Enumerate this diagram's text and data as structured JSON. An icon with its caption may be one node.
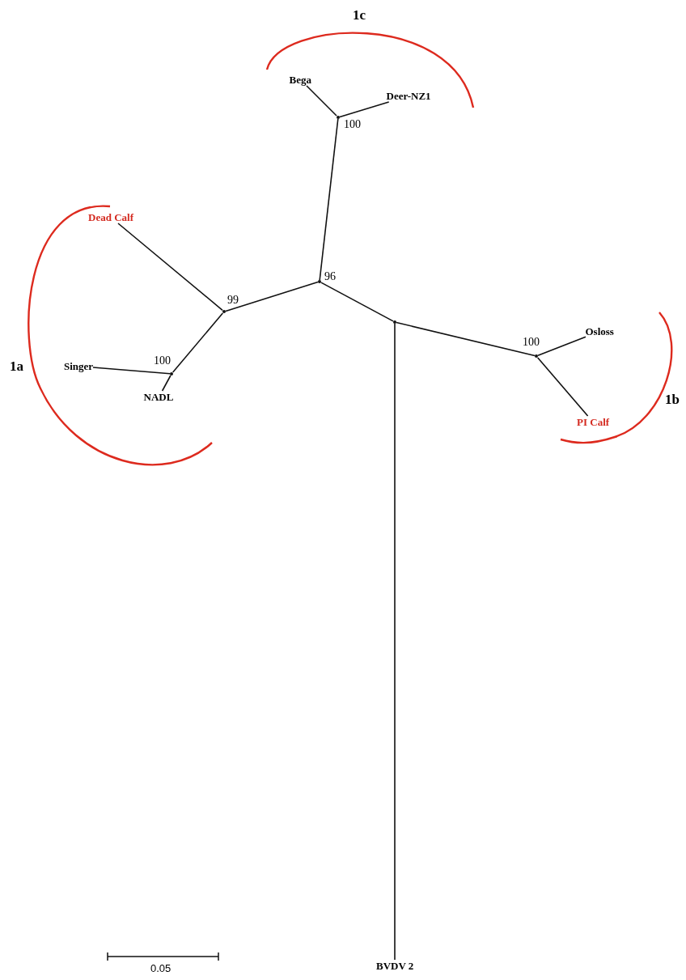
{
  "diagram": {
    "nodes": [
      {
        "text": [
          "Bega"
        ]
      },
      {
        "text": [
          "Deer-NZ1"
        ]
      },
      {
        "text": [],
        "shape": "point",
        "beside": [
          "100"
        ]
      },
      {
        "text": [
          "Dead Calf"
        ]
      },
      {
        "text": [],
        "shape": "point",
        "beside": [
          "96"
        ]
      },
      {
        "text": [],
        "shape": "point",
        "beside": [
          "99"
        ]
      },
      {
        "text": [],
        "shape": "point"
      },
      {
        "text": [
          "Osloss"
        ]
      },
      {
        "text": [],
        "shape": "point",
        "beside": [
          "100"
        ]
      },
      {
        "text": [
          "Singer"
        ]
      },
      {
        "text": [],
        "shape": "point",
        "beside": [
          "100"
        ]
      },
      {
        "text": [
          "NADL"
        ]
      },
      {
        "text": [
          "PI Calf"
        ]
      },
      {
        "text": [
          "BVDV 2"
        ]
      }
    ],
    "edges": [
      {
        "from": 2,
        "to": 0,
        "arrow": "none"
      },
      {
        "from": 2,
        "to": 1,
        "arrow": "none"
      },
      {
        "from": 4,
        "to": 2,
        "arrow": "none"
      },
      {
        "from": 5,
        "to": 3,
        "arrow": "none"
      },
      {
        "from": 4,
        "to": 5,
        "arrow": "none"
      },
      {
        "from": 5,
        "to": 10,
        "arrow": "none"
      },
      {
        "from": 10,
        "to": 9,
        "arrow": "none"
      },
      {
        "from": 10,
        "to": 11,
        "arrow": "none"
      },
      {
        "from": 4,
        "to": 6,
        "arrow": "none"
      },
      {
        "from": 6,
        "to": 8,
        "arrow": "none"
      },
      {
        "from": 8,
        "to": 7,
        "arrow": "none"
      },
      {
        "from": 8,
        "to": 12,
        "arrow": "none"
      },
      {
        "from": 6,
        "to": 13,
        "arrow": "none"
      }
    ],
    "labels": [
      "1c",
      "1a",
      "1b",
      "0.05"
    ]
  }
}
